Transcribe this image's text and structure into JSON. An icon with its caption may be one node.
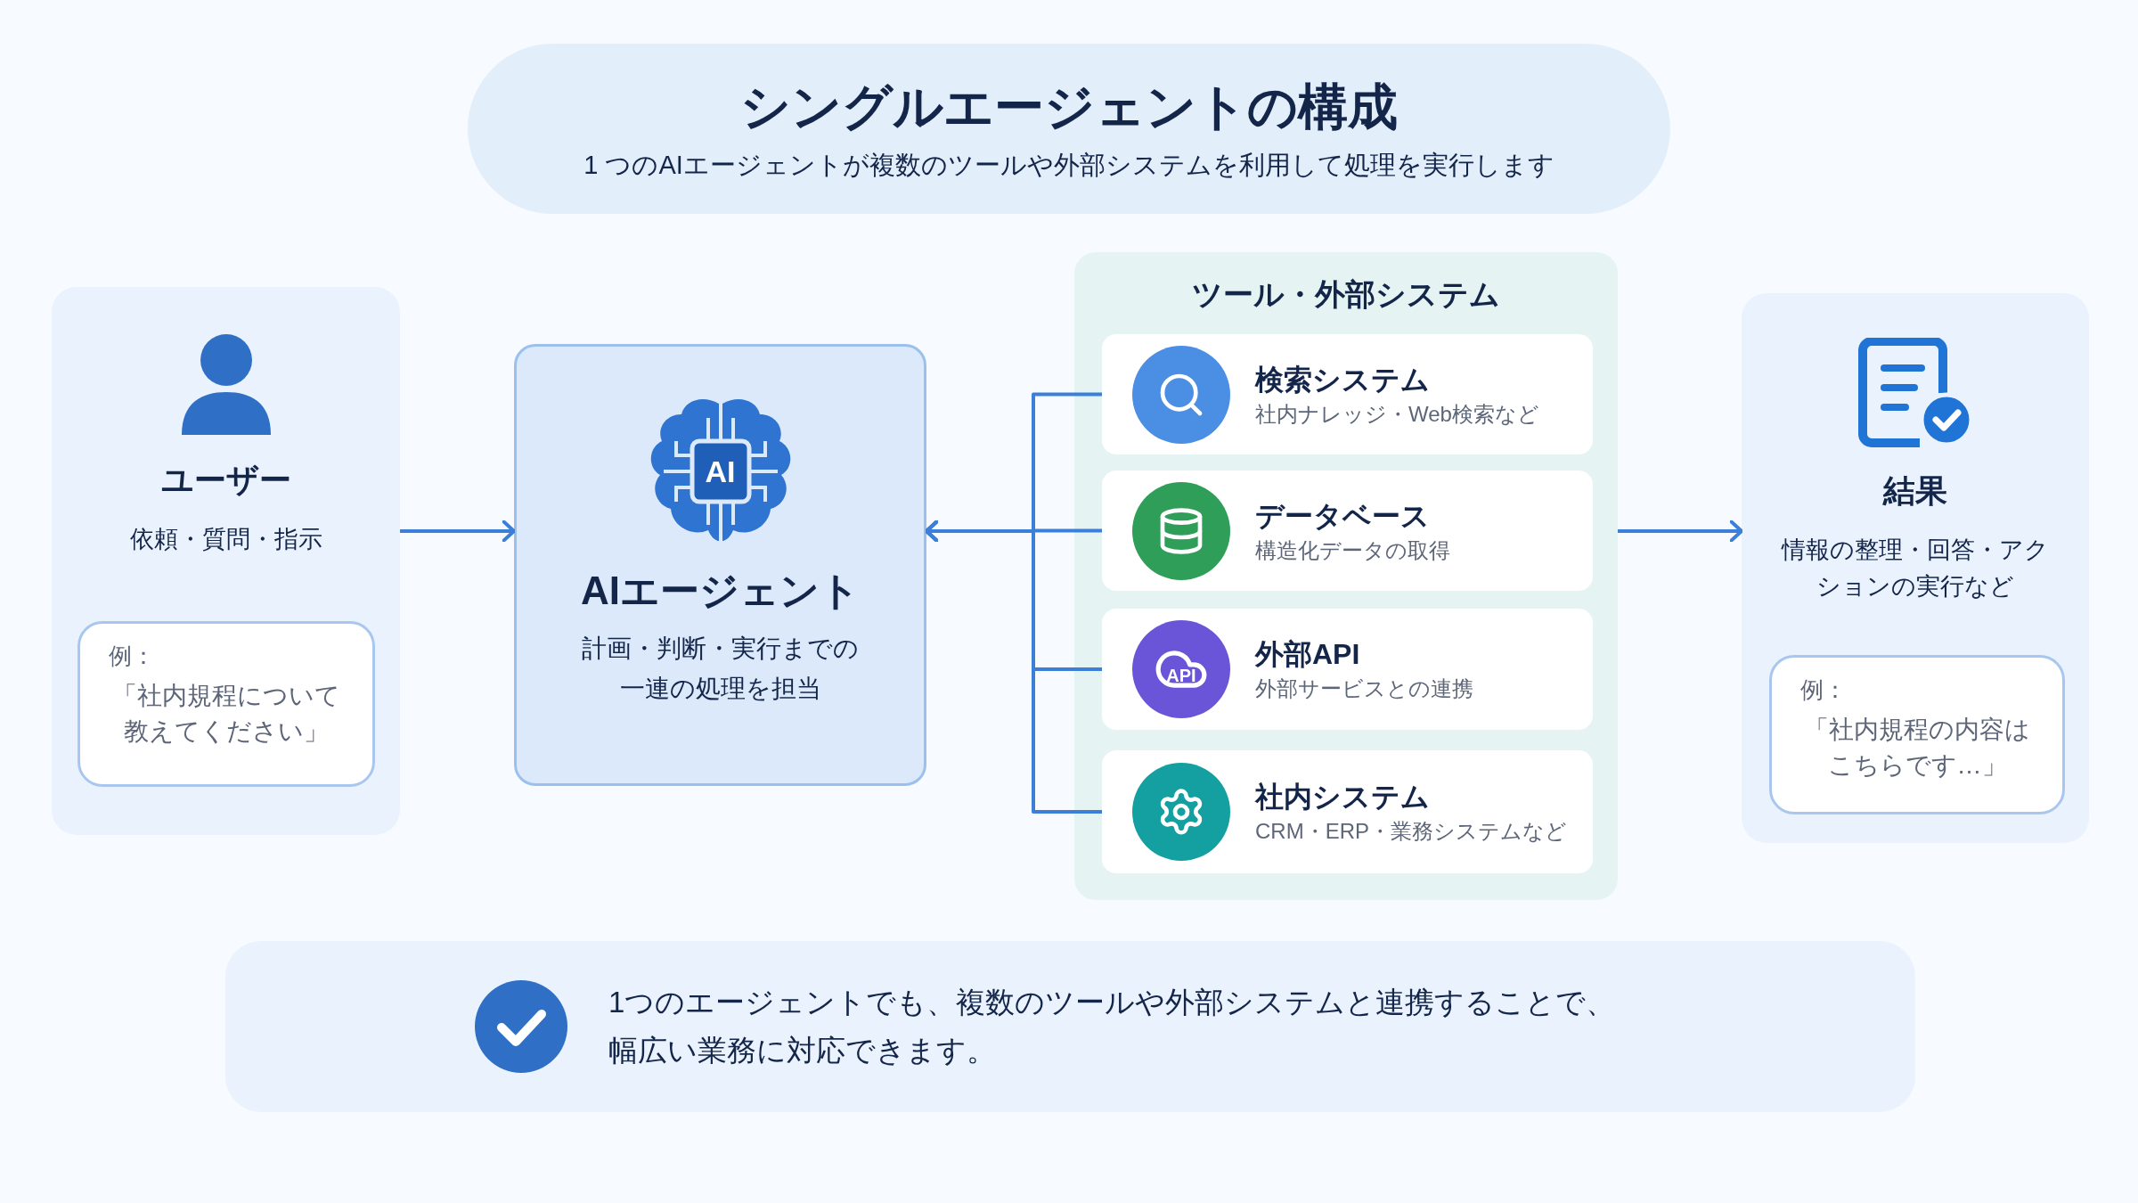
{
  "diagram": {
    "nodes": [
      {
        "text": [
          "シングルエージェントの構成",
          "1 つのAIエージェントが複数のツールや外部システムを利用して処理を実行します"
        ]
      },
      {
        "text": [
          "ユーザー",
          "依頼・質問・指示"
        ]
      },
      {
        "text": [
          "例：",
          "「社内規程について教えてください」"
        ],
        "in": 1
      },
      {
        "text": [
          "AIエージェント",
          "計画・判断・実行までの一連の処理を担当"
        ]
      },
      {
        "text": [
          "ツール・外部システム"
        ]
      },
      {
        "text": [
          "検索システム",
          "社内ナレッジ・Web検索など"
        ],
        "in": 4
      },
      {
        "text": [
          "データベース",
          "構造化データの取得"
        ],
        "in": 4
      },
      {
        "text": [
          "外部API",
          "外部サービスとの連携"
        ],
        "in": 4
      },
      {
        "text": [
          "社内システム",
          "CRM・ERP・業務システムなど"
        ],
        "in": 4
      },
      {
        "text": [
          "結果",
          "情報の整理・回答・アクションの実行など"
        ]
      },
      {
        "text": [
          "例：",
          "「社内規程の内容はこちらです…」"
        ],
        "in": 9
      },
      {
        "text": [
          "1つのエージェントでも、複数のツールや外部システムと連携することで、幅広い業務に対応できます。"
        ]
      }
    ],
    "edges": [
      {
        "from": 1,
        "to": 3,
        "arrow": "to"
      },
      {
        "from": 5,
        "to": 3,
        "arrow": "to"
      },
      {
        "from": 6,
        "to": 3,
        "arrow": "to"
      },
      {
        "from": 7,
        "to": 3,
        "arrow": "to"
      },
      {
        "from": 8,
        "to": 3,
        "arrow": "to"
      },
      {
        "from": 4,
        "to": 9,
        "arrow": "to"
      }
    ],
    "labels": [
      "AI",
      "API"
    ]
  }
}
